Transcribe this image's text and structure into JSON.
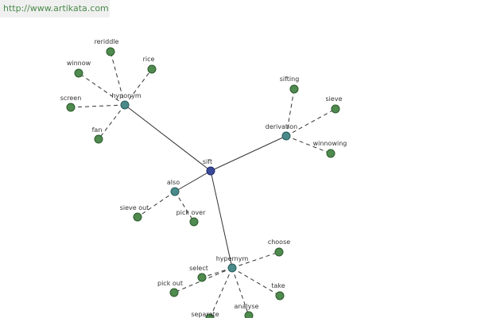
{
  "banner": {
    "url": "http://www.artikata.com"
  },
  "graph": {
    "colors": {
      "root": "#3a4a9a",
      "relation": "#4a8a8a",
      "leaf": "#4f8a4f"
    },
    "root": {
      "id": "sift",
      "label": "sift"
    },
    "relations": [
      {
        "id": "hyponym",
        "label": "hyponym",
        "leaves": [
          "reriddle",
          "rice",
          "winnow",
          "screen",
          "fan"
        ]
      },
      {
        "id": "derivation",
        "label": "derivation",
        "leaves": [
          "sifting",
          "sieve",
          "winnowing"
        ]
      },
      {
        "id": "also",
        "label": "also",
        "leaves": [
          "sieve out",
          "pick over"
        ]
      },
      {
        "id": "hypernym",
        "label": "hypernym",
        "leaves": [
          "choose",
          "select",
          "pick out",
          "take",
          "separate",
          "analyse"
        ]
      }
    ]
  }
}
